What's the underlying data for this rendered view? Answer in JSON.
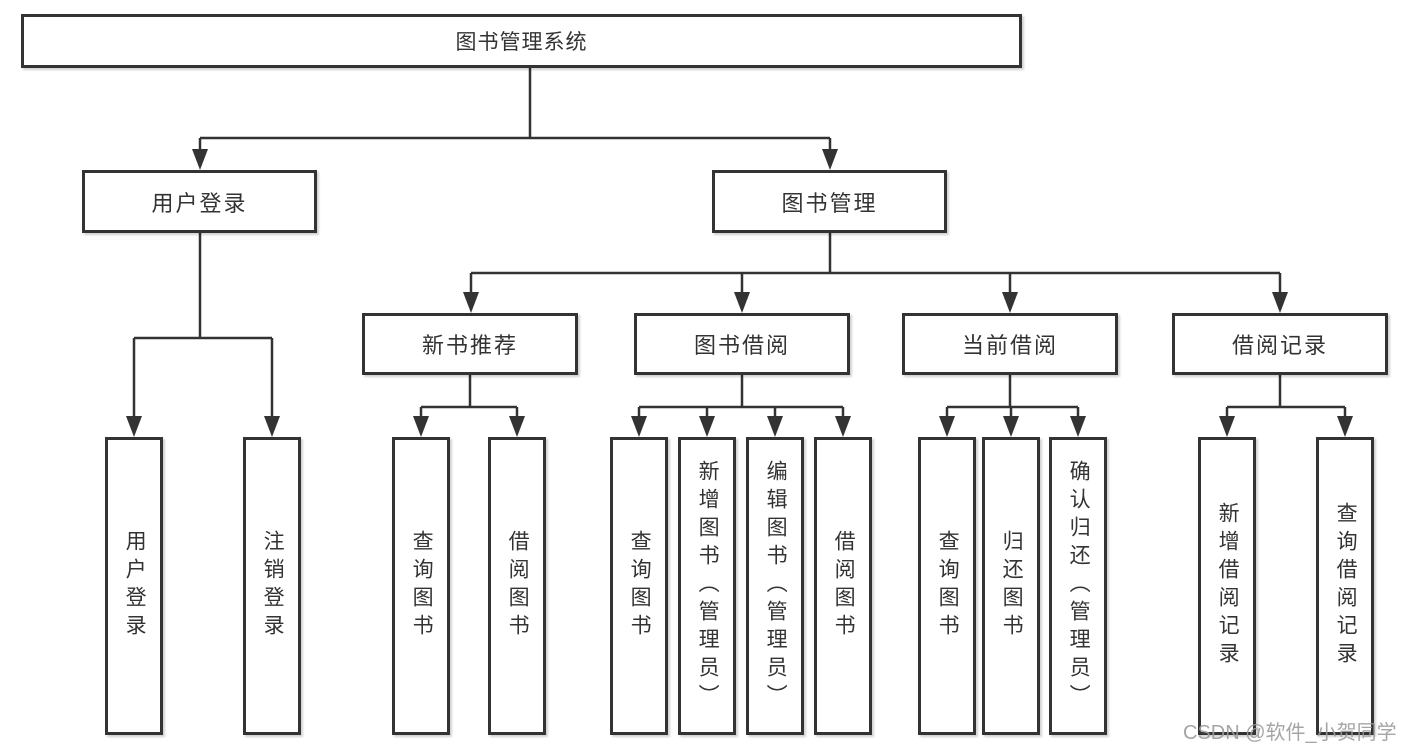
{
  "diagram": {
    "root": "图书管理系统",
    "branches": {
      "user_login": {
        "label": "用户登录",
        "children": [
          "用户登录",
          "注销登录"
        ]
      },
      "book_management": {
        "label": "图书管理",
        "sections": {
          "new_book": {
            "label": "新书推荐",
            "children": [
              "查询图书",
              "借阅图书"
            ]
          },
          "borrow": {
            "label": "图书借阅",
            "children": [
              "查询图书",
              "新增图书（管理员）",
              "编辑图书（管理员）",
              "借阅图书"
            ]
          },
          "current": {
            "label": "当前借阅",
            "children": [
              "查询图书",
              "归还图书",
              "确认归还（管理员）"
            ]
          },
          "records": {
            "label": "借阅记录",
            "children": [
              "新增借阅记录",
              "查询借阅记录"
            ]
          }
        }
      }
    }
  },
  "watermark": "CSDN @软件_小贺同学",
  "colors": {
    "line": "#333333",
    "box_border": "#333333",
    "text": "#333333",
    "background": "#ffffff",
    "watermark_text": "#9b9b9b"
  }
}
